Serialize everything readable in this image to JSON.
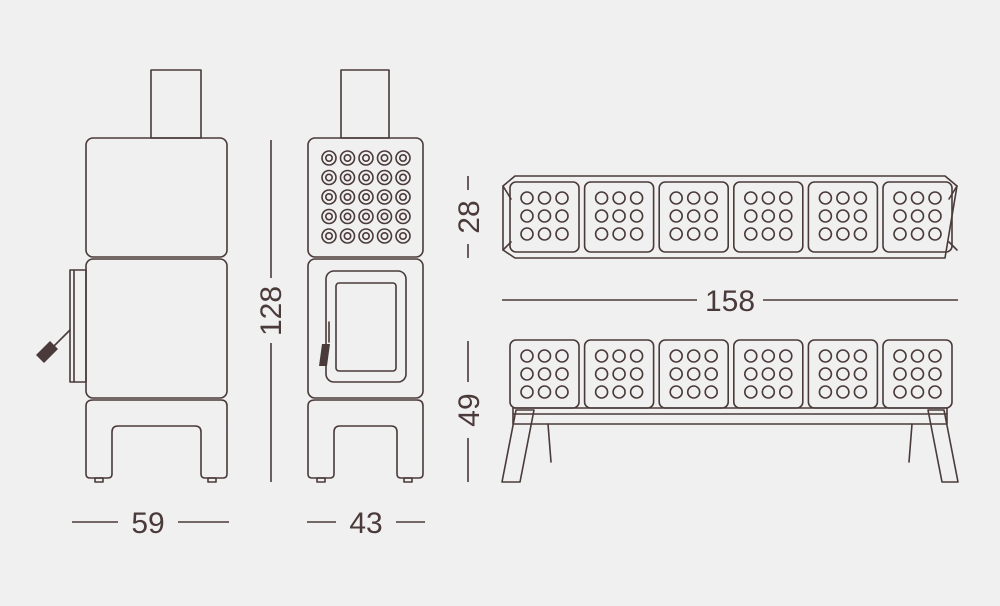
{
  "colors": {
    "background": "#f0f0f0",
    "line": "#4a3a39"
  },
  "dimensions": {
    "side_width": "59",
    "front_width": "43",
    "height": "128",
    "bench_height_low": "28",
    "bench_height_high": "49",
    "bench_length": "158"
  }
}
